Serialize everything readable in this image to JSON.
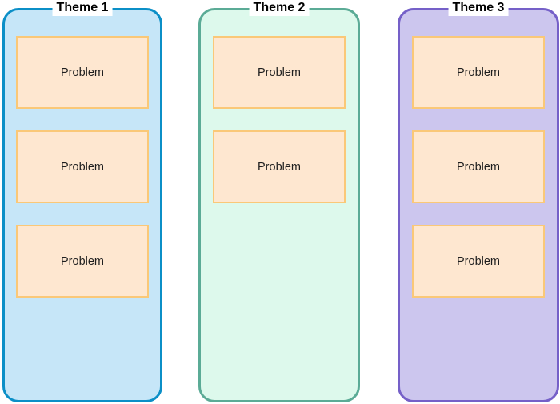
{
  "diagram": {
    "background": "#ffffff",
    "text_color": "#000000"
  },
  "problem_style": {
    "fill": "#fee7d0",
    "border": "#fac878"
  },
  "themes": [
    {
      "title": "Theme 1",
      "fill": "#c6e6f8",
      "border": "#0b8fc7",
      "problems": [
        {
          "label": "Problem"
        },
        {
          "label": "Problem"
        },
        {
          "label": "Problem"
        }
      ]
    },
    {
      "title": "Theme 2",
      "fill": "#ddf9ec",
      "border": "#5bab96",
      "problems": [
        {
          "label": "Problem"
        },
        {
          "label": "Problem"
        }
      ]
    },
    {
      "title": "Theme 3",
      "fill": "#ccc6ee",
      "border": "#7560c8",
      "problems": [
        {
          "label": "Problem"
        },
        {
          "label": "Problem"
        },
        {
          "label": "Problem"
        }
      ]
    }
  ]
}
